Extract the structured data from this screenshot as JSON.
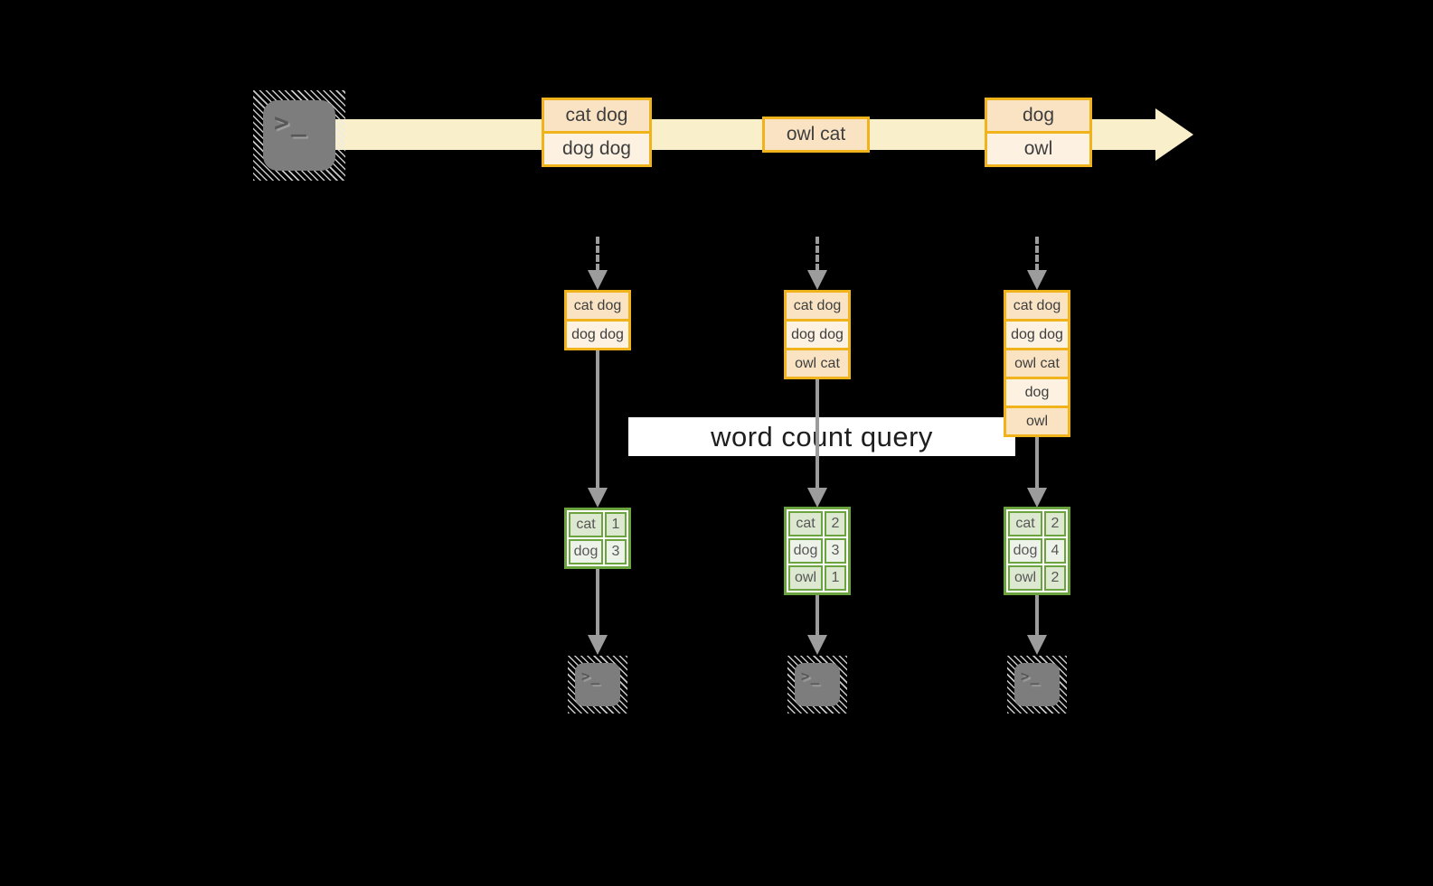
{
  "query_label": "word count query",
  "icons": {
    "terminal_glyph": ">_",
    "source_terminal": "terminal-icon",
    "sink_terminal": "terminal-icon",
    "stream_arrow": "right-arrow",
    "flow_arrows": "down-arrow"
  },
  "stream": {
    "batches": [
      {
        "cells": [
          "cat dog",
          "dog dog"
        ]
      },
      {
        "cells": [
          "owl cat"
        ]
      },
      {
        "cells": [
          "dog",
          "owl"
        ]
      }
    ]
  },
  "columns": [
    {
      "state_cells": [
        "cat dog",
        "dog dog"
      ],
      "results": [
        {
          "word": "cat",
          "count": "1"
        },
        {
          "word": "dog",
          "count": "3"
        }
      ]
    },
    {
      "state_cells": [
        "cat dog",
        "dog dog",
        "owl cat"
      ],
      "results": [
        {
          "word": "cat",
          "count": "2"
        },
        {
          "word": "dog",
          "count": "3"
        },
        {
          "word": "owl",
          "count": "1"
        }
      ]
    },
    {
      "state_cells": [
        "cat dog",
        "dog dog",
        "owl cat",
        "dog",
        "owl"
      ],
      "results": [
        {
          "word": "cat",
          "count": "2"
        },
        {
          "word": "dog",
          "count": "4"
        },
        {
          "word": "owl",
          "count": "2"
        }
      ]
    }
  ],
  "colors": {
    "background": "#000000",
    "stream_band": "#FAEFCB",
    "orange_border": "#F0B31C",
    "cell_peach": "#FAE3C3",
    "cell_cream": "#FDF2E2",
    "green_border": "#6BA43E",
    "green_cell": "#DCE8D0",
    "green_cell_light": "#EEF3EA",
    "arrow_gray": "#9C9C9C",
    "terminal_gray": "#7D7D7D",
    "query_band": "#FFFFFF",
    "text_dark": "#3E3E3E"
  }
}
